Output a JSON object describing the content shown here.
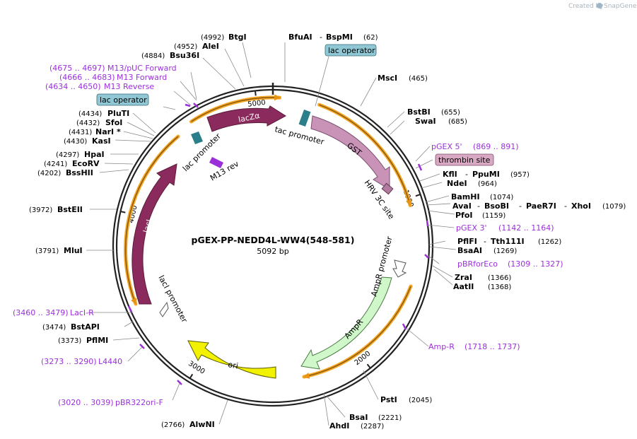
{
  "credit": {
    "created_by": "Created by",
    "brand": "SnapGene"
  },
  "plasmid": {
    "name": "pGEX-PP-NEDD4L-WW4(548-581)",
    "size_label": "5092 bp",
    "length": 5092
  },
  "ticks": [
    {
      "pos": 1000,
      "label": "1000"
    },
    {
      "pos": 2000,
      "label": "2000"
    },
    {
      "pos": 3000,
      "label": "3000"
    },
    {
      "pos": 4000,
      "label": "4000"
    },
    {
      "pos": 5000,
      "label": "5000"
    }
  ],
  "features": {
    "lacZa": "lacZα",
    "tac_promoter": "tac promoter",
    "gst": "GST",
    "hrv_3c_site": "HRV 3C site",
    "lac_promoter": "lac promoter",
    "m13_rev": "M13 rev",
    "laci": "lacI",
    "laci_promoter": "lacI promoter",
    "ori": "ori",
    "ampr": "AmpR",
    "ampr_promoter": "AmpR promoter"
  },
  "boxed_labels": {
    "lac_operator_top": "lac operator",
    "lac_operator_left": "lac operator",
    "thrombin_site": "thrombin site"
  },
  "sites": {
    "btgi": {
      "num": "(4992)",
      "name": "BtgI"
    },
    "alei": {
      "num": "(4952)",
      "name": "AleI"
    },
    "bsu36i": {
      "num": "(4884)",
      "name": "Bsu36I"
    },
    "bfuai": {
      "name": "BfuAI",
      "sep": "-",
      "name2": "BspMI",
      "num": "(62)"
    },
    "msci": {
      "name": "MscI",
      "num": "(465)"
    },
    "bstbi": {
      "name": "BstBI",
      "num": "(655)"
    },
    "swai": {
      "name": "SwaI",
      "num": "(685)"
    },
    "kfli": {
      "name": "KflI",
      "sep": "-",
      "name2": "PpuMI",
      "num": "(957)"
    },
    "ndei": {
      "name": "NdeI",
      "num": "(964)"
    },
    "bamhi": {
      "name": "BamHI",
      "num": "(1074)"
    },
    "avai": {
      "name": "AvaI",
      "sep1": "-",
      "name2": "BsoBI",
      "sep2": "-",
      "name3": "PaeR7I",
      "sep3": "-",
      "name4": "XhoI",
      "num": "(1079)"
    },
    "pfoi": {
      "name": "PfoI",
      "num": "(1159)"
    },
    "pflfi": {
      "name": "PflFI",
      "sep": "-",
      "name2": "Tth111I",
      "num": "(1262)"
    },
    "bsaai": {
      "name": "BsaAI",
      "num": "(1269)"
    },
    "zrai": {
      "name": "ZraI",
      "num": "(1366)"
    },
    "aatii": {
      "name": "AatII",
      "num": "(1368)"
    },
    "psti": {
      "name": "PstI",
      "num": "(2045)"
    },
    "bsai": {
      "name": "BsaI",
      "num": "(2221)"
    },
    "ahdi": {
      "name": "AhdI",
      "num": "(2287)"
    },
    "alwni": {
      "num": "(2766)",
      "name": "AlwNI"
    },
    "pflmi": {
      "num": "(3373)",
      "name": "PflMI"
    },
    "bstapi": {
      "num": "(3474)",
      "name": "BstAPI"
    },
    "mlui": {
      "num": "(3791)",
      "name": "MluI"
    },
    "bsteii": {
      "num": "(3972)",
      "name": "BstEII"
    },
    "bsshii": {
      "num": "(4202)",
      "name": "BssHII"
    },
    "ecorv": {
      "num": "(4241)",
      "name": "EcoRV"
    },
    "hpai": {
      "num": "(4297)",
      "name": "HpaI"
    },
    "kasi": {
      "num": "(4430)",
      "name": "KasI"
    },
    "nari": {
      "num": "(4431)",
      "name": "NarI *"
    },
    "sfoi": {
      "num": "(4432)",
      "name": "SfoI"
    },
    "pluti": {
      "num": "(4434)",
      "name": "PluTI"
    }
  },
  "primers": {
    "m13_puc_forward": {
      "range": "(4675 .. 4697)",
      "name": "M13/pUC Forward"
    },
    "m13_forward": {
      "range": "(4666 .. 4683)",
      "name": "M13 Forward"
    },
    "m13_reverse": {
      "range": "(4634 .. 4650)",
      "name": "M13 Reverse"
    },
    "pgex5": {
      "name": "pGEX 5'",
      "range": "(869 .. 891)"
    },
    "pgex3": {
      "name": "pGEX 3'",
      "range": "(1142 .. 1164)"
    },
    "pbrforeco": {
      "name": "pBRforEco",
      "range": "(1309 .. 1327)"
    },
    "ampr_primer": {
      "name": "Amp-R",
      "range": "(1718 .. 1737)"
    },
    "laci_r": {
      "range": "(3460 .. 3479)",
      "name": "LacI-R"
    },
    "l4440": {
      "range": "(3273 .. 3290)",
      "name": "L4440"
    },
    "pbr322ori_f": {
      "range": "(3020 .. 3039)",
      "name": "pBR322ori-F"
    }
  },
  "colors": {
    "backbone": "#222222",
    "lacZa": "#8b2a5c",
    "laci": "#8b2a5c",
    "gst": "#c993b8",
    "ori": "#f2f200",
    "ampr": "#cff7c9",
    "orange_band": "#f5a623",
    "primer": "#9b30d9",
    "lac_operator": "#8fc7d4",
    "thrombin": "#d9a8c2",
    "teal_site": "#2a7f8a"
  }
}
